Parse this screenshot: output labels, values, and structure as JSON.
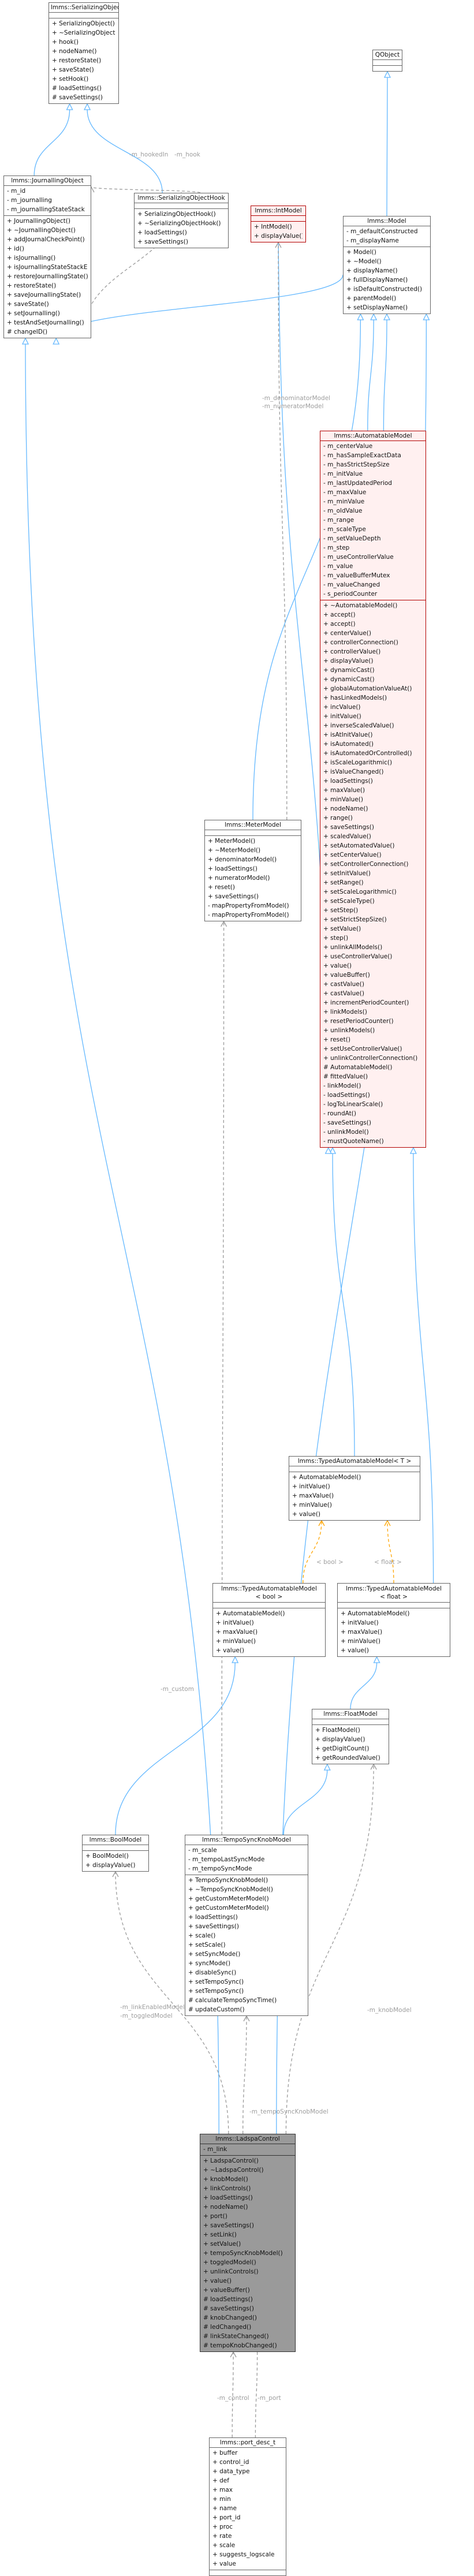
{
  "colors": {
    "edge": "#63b8ff",
    "template_edge": "#ffa500",
    "usage_edge": "#9a9a9a",
    "highlight": "#b20000"
  },
  "nodes": {
    "serializing_object": {
      "title": "lmms::SerializingObject",
      "attributes": [],
      "operations": [
        "+ SerializingObject()",
        "+ ~SerializingObject()",
        "+ hook()",
        "+ nodeName()",
        "+ restoreState()",
        "+ saveState()",
        "+ setHook()",
        "# loadSettings()",
        "# saveSettings()"
      ]
    },
    "qobject": {
      "title": "QObject",
      "attributes": [],
      "operations": []
    },
    "journalling_object": {
      "title": "lmms::JournallingObject",
      "attributes": [
        "- m_id",
        "- m_journalling",
        "- m_journallingStateStack"
      ],
      "operations": [
        "+ JournallingObject()",
        "+ ~JournallingObject()",
        "+ addJournalCheckPoint()",
        "+ id()",
        "+ isJournalling()",
        "+ isJournallingStateStackEmpty()",
        "+ restoreJournallingState()",
        "+ restoreState()",
        "+ saveJournallingState()",
        "+ saveState()",
        "+ setJournalling()",
        "+ testAndSetJournalling()",
        "# changeID()"
      ]
    },
    "serializing_object_hook": {
      "title": "lmms::SerializingObjectHook",
      "attributes": [],
      "operations": [
        "+ SerializingObjectHook()",
        "+ ~SerializingObjectHook()",
        "+ loadSettings()",
        "+ saveSettings()"
      ]
    },
    "int_model": {
      "title": "lmms::IntModel",
      "attributes": [],
      "operations": [
        "+ IntModel()",
        "+ displayValue()"
      ]
    },
    "model": {
      "title": "lmms::Model",
      "attributes": [
        "- m_defaultConstructed",
        "- m_displayName"
      ],
      "operations": [
        "+ Model()",
        "+ ~Model()",
        "+ displayName()",
        "+ fullDisplayName()",
        "+ isDefaultConstructed()",
        "+ parentModel()",
        "+ setDisplayName()"
      ]
    },
    "automatable_model": {
      "title": "lmms::AutomatableModel",
      "attributes": [
        "- m_centerValue",
        "- m_hasSampleExactData",
        "- m_hasStrictStepSize",
        "- m_initValue",
        "- m_lastUpdatedPeriod",
        "- m_maxValue",
        "- m_minValue",
        "- m_oldValue",
        "- m_range",
        "- m_scaleType",
        "- m_setValueDepth",
        "- m_step",
        "- m_useControllerValue",
        "- m_value",
        "- m_valueBufferMutex",
        "- m_valueChanged",
        "- s_periodCounter"
      ],
      "operations": [
        "+ ~AutomatableModel()",
        "+ accept()",
        "+ accept()",
        "+ centerValue()",
        "+ controllerConnection()",
        "+ controllerValue()",
        "+ displayValue()",
        "+ dynamicCast()",
        "+ dynamicCast()",
        "+ globalAutomationValueAt()",
        "+ hasLinkedModels()",
        "+ incValue()",
        "+ initValue()",
        "+ inverseScaledValue()",
        "+ isAtInitValue()",
        "+ isAutomated()",
        "+ isAutomatedOrControlled()",
        "+ isScaleLogarithmic()",
        "+ isValueChanged()",
        "+ loadSettings()",
        "+ maxValue()",
        "+ minValue()",
        "+ nodeName()",
        "+ range()",
        "+ saveSettings()",
        "+ scaledValue()",
        "+ setAutomatedValue()",
        "+ setCenterValue()",
        "+ setControllerConnection()",
        "+ setInitValue()",
        "+ setRange()",
        "+ setScaleLogarithmic()",
        "+ setScaleType()",
        "+ setStep()",
        "+ setStrictStepSize()",
        "+ setValue()",
        "+ step()",
        "+ unlinkAllModels()",
        "+ useControllerValue()",
        "+ value()",
        "+ valueBuffer()",
        "+ castValue()",
        "+ castValue()",
        "+ incrementPeriodCounter()",
        "+ linkModels()",
        "+ resetPeriodCounter()",
        "+ unlinkModels()",
        "+ reset()",
        "+ setUseControllerValue()",
        "+ unlinkControllerConnection()",
        "# AutomatableModel()",
        "# fittedValue()",
        "- linkModel()",
        "- loadSettings()",
        "- logToLinearScale()",
        "- roundAt()",
        "- saveSettings()",
        "- unlinkModel()",
        "- mustQuoteName()"
      ]
    },
    "meter_model": {
      "title": "lmms::MeterModel",
      "attributes": [],
      "operations": [
        "+ MeterModel()",
        "+ ~MeterModel()",
        "+ denominatorModel()",
        "+ loadSettings()",
        "+ numeratorModel()",
        "+ reset()",
        "+ saveSettings()",
        "- mapPropertyFromModel()",
        "- mapPropertyFromModel()"
      ]
    },
    "typed_automatable_model_t": {
      "title": "lmms::TypedAutomatableModel< T >",
      "attributes": [],
      "operations": [
        "+ AutomatableModel()",
        "+ initValue()",
        "+ maxValue()",
        "+ minValue()",
        "+ value()"
      ]
    },
    "typed_automatable_model_bool": {
      "title": "lmms::TypedAutomatableModel\n< bool >",
      "attributes": [],
      "operations": [
        "+ AutomatableModel()",
        "+ initValue()",
        "+ maxValue()",
        "+ minValue()",
        "+ value()"
      ]
    },
    "typed_automatable_model_float": {
      "title": "lmms::TypedAutomatableModel\n< float >",
      "attributes": [],
      "operations": [
        "+ AutomatableModel()",
        "+ initValue()",
        "+ maxValue()",
        "+ minValue()",
        "+ value()"
      ]
    },
    "float_model": {
      "title": "lmms::FloatModel",
      "attributes": [],
      "operations": [
        "+ FloatModel()",
        "+ displayValue()",
        "+ getDigitCount()",
        "+ getRoundedValue()"
      ]
    },
    "bool_model": {
      "title": "lmms::BoolModel",
      "attributes": [],
      "operations": [
        "+ BoolModel()",
        "+ displayValue()"
      ]
    },
    "tempo_sync_knob_model": {
      "title": "lmms::TempoSyncKnobModel",
      "attributes": [
        "- m_scale",
        "- m_tempoLastSyncMode",
        "- m_tempoSyncMode"
      ],
      "operations": [
        "+ TempoSyncKnobModel()",
        "+ ~TempoSyncKnobModel()",
        "+ getCustomMeterModel()",
        "+ getCustomMeterModel()",
        "+ loadSettings()",
        "+ saveSettings()",
        "+ scale()",
        "+ setScale()",
        "+ setSyncMode()",
        "+ syncMode()",
        "+ disableSync()",
        "+ setTempoSync()",
        "+ setTempoSync()",
        "# calculateTempoSyncTime()",
        "# updateCustom()"
      ]
    },
    "ladspa_control": {
      "title": "lmms::LadspaControl",
      "attributes": [
        "- m_link"
      ],
      "operations": [
        "+ LadspaControl()",
        "+ ~LadspaControl()",
        "+ knobModel()",
        "+ linkControls()",
        "+ loadSettings()",
        "+ nodeName()",
        "+ port()",
        "+ saveSettings()",
        "+ setLink()",
        "+ setValue()",
        "+ tempoSyncKnobModel()",
        "+ toggledModel()",
        "+ unlinkControls()",
        "+ value()",
        "+ valueBuffer()",
        "# loadSettings()",
        "# saveSettings()",
        "# knobChanged()",
        "# ledChanged()",
        "# linkStateChanged()",
        "# tempoKnobChanged()"
      ]
    },
    "port_desc_t": {
      "title": "lmms::port_desc_t",
      "attributes": [
        "+ buffer",
        "+ control_id",
        "+ data_type",
        "+ def",
        "+ max",
        "+ min",
        "+ name",
        "+ port_id",
        "+ proc",
        "+ rate",
        "+ scale",
        "+ suggests_logscale",
        "+ value"
      ],
      "operations": []
    }
  },
  "edge_labels": {
    "hook_backptr": "-m_hookedIn",
    "hook_ptr": "-m_hook",
    "denominator_model": "-m_denominatorModel",
    "numerator_model": "-m_numeratorModel",
    "t_bool": "< bool >",
    "t_float": "< float >",
    "custom": "-m_custom",
    "tempo_sync_knob_model": "-m_tempoSyncKnobModel",
    "toggled_model": "-m_linkEnabledModel\n-m_toggledModel",
    "knob_model": "-m_knobModel",
    "control": "-m_control",
    "port": "-m_port"
  }
}
